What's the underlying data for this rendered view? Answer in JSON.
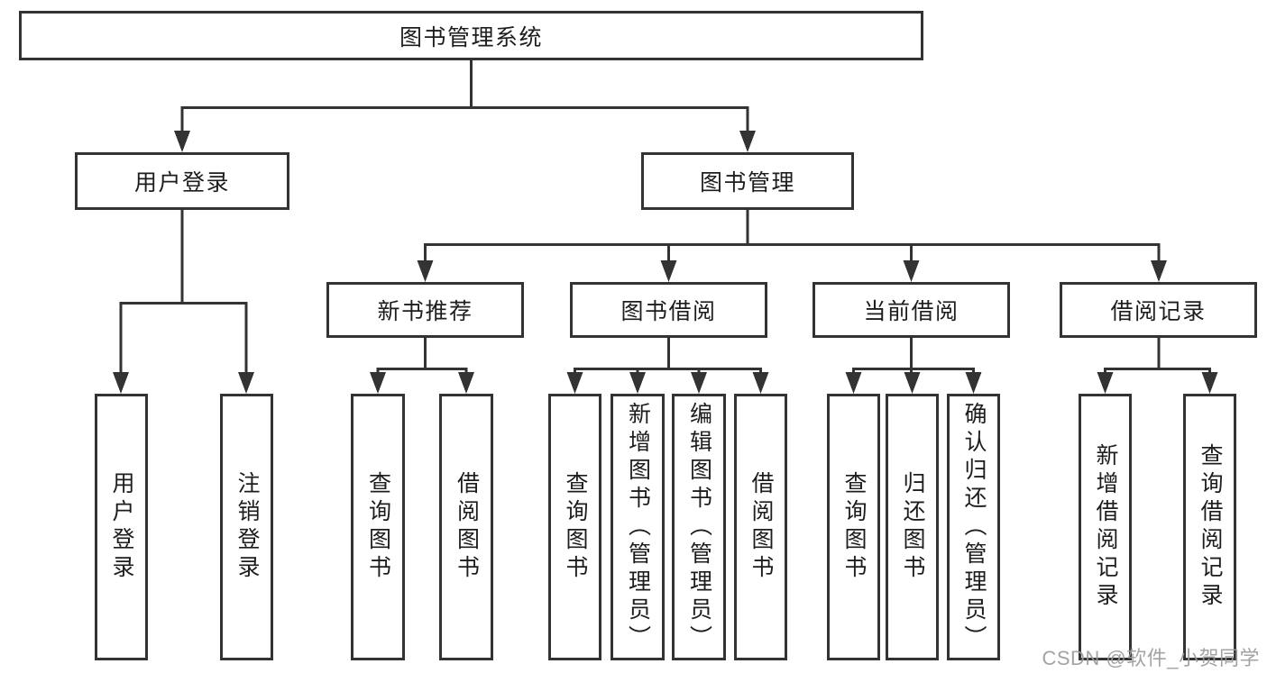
{
  "diagram": {
    "type": "hierarchy-tree",
    "title": "图书管理系统"
  },
  "nodes": {
    "root": {
      "label": "图书管理系统"
    },
    "user_login": {
      "label": "用户登录",
      "children": {
        "login": {
          "label": "用户登录"
        },
        "logout": {
          "label": "注销登录"
        }
      }
    },
    "book_mgmt": {
      "label": "图书管理",
      "children": {
        "new_book_rec": {
          "label": "新书推荐",
          "children": {
            "query_book": {
              "label": "查询图书"
            },
            "borrow_book": {
              "label": "借阅图书"
            }
          }
        },
        "book_borrow": {
          "label": "图书借阅",
          "children": {
            "query_book": {
              "label": "查询图书"
            },
            "add_book_admin": {
              "label": "新增图书（管理员）"
            },
            "edit_book_admin": {
              "label": "编辑图书（管理员）"
            },
            "borrow_book": {
              "label": "借阅图书"
            }
          }
        },
        "current_borrow": {
          "label": "当前借阅",
          "children": {
            "query_book": {
              "label": "查询图书"
            },
            "return_book": {
              "label": "归还图书"
            },
            "confirm_return_admin": {
              "label": "确认归还（管理员）"
            }
          }
        },
        "borrow_records": {
          "label": "借阅记录",
          "children": {
            "add_record": {
              "label": "新增借阅记录"
            },
            "query_record": {
              "label": "查询借阅记录"
            }
          }
        }
      }
    }
  },
  "watermark": {
    "text": "CSDN @软件_小贺同学"
  },
  "colors": {
    "background": "#ffffff",
    "box_fill": "#ffffff",
    "box_border": "#333333",
    "connector_line": "#333333",
    "text": "#1d1d1d",
    "watermark": "#9b9b9b"
  }
}
